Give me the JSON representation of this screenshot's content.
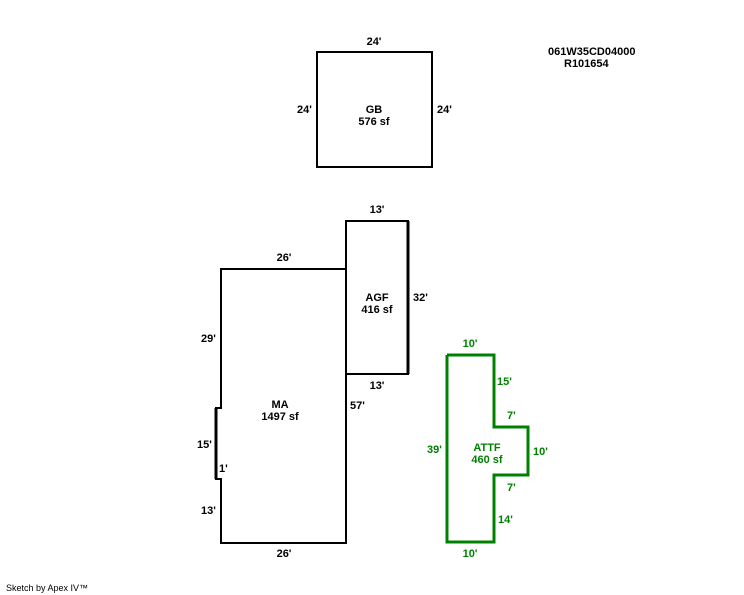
{
  "header": {
    "parcel_id": "061W35CD04000",
    "account_id": "R101654"
  },
  "colors": {
    "structure": "#000000",
    "attached": "#008000"
  },
  "areas": {
    "gb": {
      "code": "GB",
      "area": "576 sf",
      "dims": {
        "top": "24'",
        "left": "24'",
        "right": "24'"
      }
    },
    "agf": {
      "code": "AGF",
      "area": "416 sf",
      "dims": {
        "top": "13'",
        "right": "32'",
        "bottom": "13'"
      }
    },
    "ma": {
      "code": "MA",
      "area": "1497 sf",
      "dims": {
        "top": "26'",
        "left_upper": "29'",
        "bump": "15'",
        "bump_depth": "1'",
        "left_lower": "13'",
        "right": "57'",
        "bottom": "26'"
      }
    },
    "attf": {
      "code": "ATTF",
      "area": "460 sf",
      "dims": {
        "top": "10'",
        "right_upper": "15'",
        "step_out": "7'",
        "bump": "10'",
        "step_in": "7'",
        "right_lower": "14'",
        "left": "39'",
        "bottom": "10'"
      }
    }
  },
  "footer": {
    "credit": "Sketch by Apex IV™"
  }
}
